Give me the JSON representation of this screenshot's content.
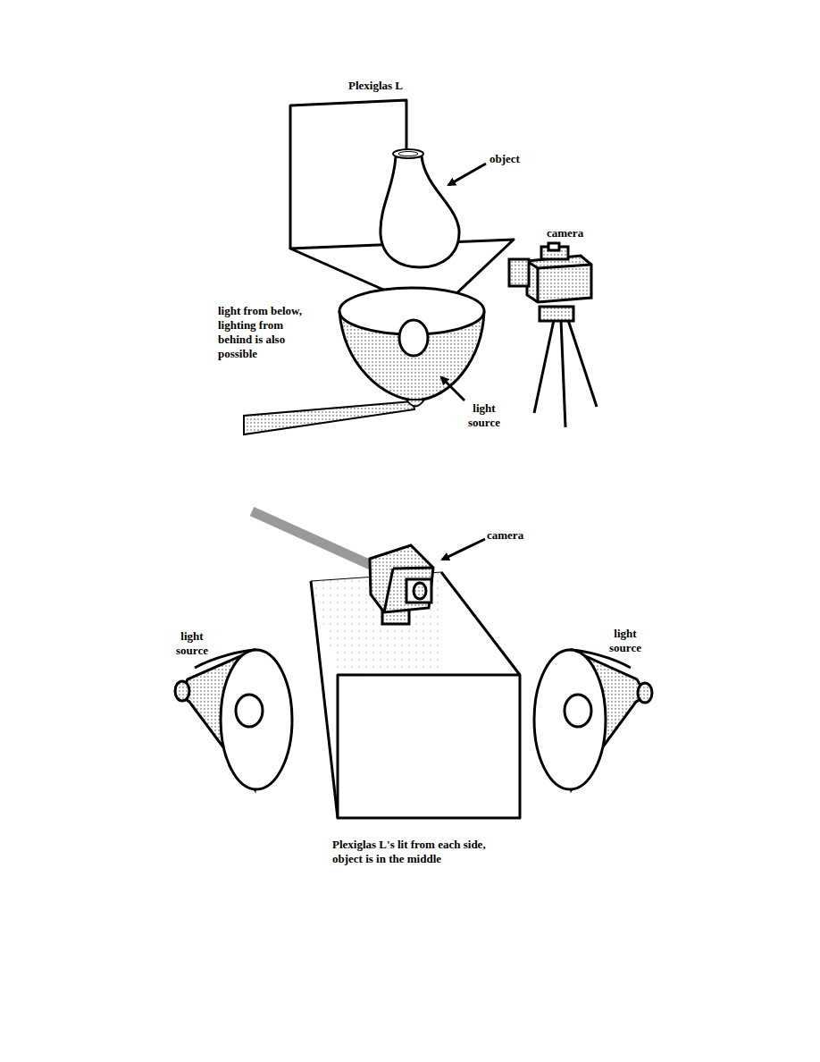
{
  "diagram": {
    "labels": [
      "Plexiglas L",
      "object",
      "camera",
      "light from below, lighting from behind is also possible",
      "light source",
      "camera",
      "light source",
      "light source",
      "Plexiglas L's lit from each side, object is in the middle"
    ]
  }
}
